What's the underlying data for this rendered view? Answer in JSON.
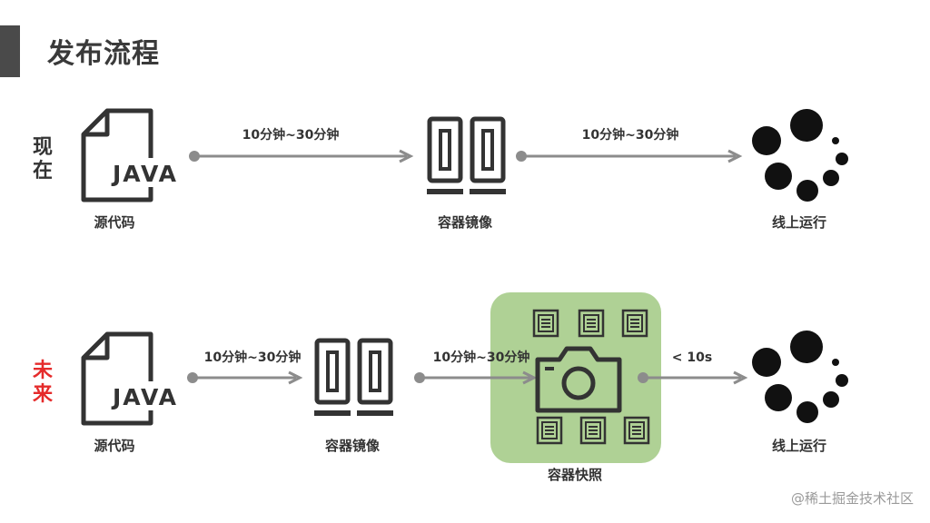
{
  "title": "发布流程",
  "rows": {
    "now": {
      "label": "现在",
      "color": "#333333",
      "source_label": "源代码",
      "java_text": "JAVA",
      "image_label": "容器镜像",
      "online_label": "线上运行",
      "arrow1_label": "10分钟~30分钟",
      "arrow2_label": "10分钟~30分钟"
    },
    "future": {
      "label": "未来",
      "color": "#e52b2b",
      "source_label": "源代码",
      "java_text": "JAVA",
      "image_label": "容器镜像",
      "snapshot_label": "容器快照",
      "online_label": "线上运行",
      "arrow1_label": "10分钟~30分钟",
      "arrow2_label": "10分钟~30分钟",
      "arrow3_label": "< 10s"
    }
  },
  "snapshot_color": "#abcf8f",
  "watermark": "@稀土掘金技术社区"
}
